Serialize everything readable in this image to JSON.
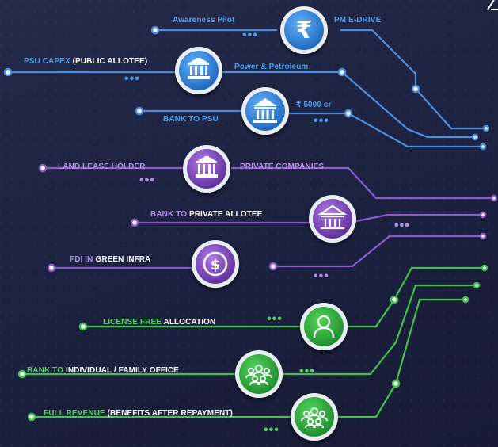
{
  "labels": {
    "awareness_pilot": "Awareness Pilot",
    "pm_edrive": "PM E-DRIVE",
    "psu_capex_prefix": "PSU CAPEX",
    "psu_capex_suffix": "(PUBLIC ALLOTEE)",
    "power_petroleum": "Power & Petroleum",
    "bank_to_psu": "BANK TO PSU",
    "amount_5000": "₹ 5000 cr",
    "land_lease_holder": "LAND LEASE HOLDER",
    "private_companies": "PRIVATE COMPANIES",
    "bank_to_private_prefix": "BANK TO",
    "bank_to_private_suffix": "PRIVATE ALLOTEE",
    "fdi_prefix": "FDI IN",
    "fdi_suffix": "GREEN INFRA",
    "license_prefix": "LICENSE FREE",
    "license_suffix": "ALLOCATION",
    "bank_individual_prefix": "BANK TO",
    "bank_individual_suffix": "INDIVIDUAL / FAMILY OFFICE",
    "full_revenue_prefix": "FULL REVENUE",
    "full_revenue_suffix": "(BENEFITS AFTER REPAYMENT)",
    "ellipsis": "•••"
  },
  "icons": {
    "rupee": "rupee-icon",
    "government_building": "government-building-icon",
    "bank": "bank-icon",
    "dollar_coin": "dollar-coin-icon",
    "person": "person-icon",
    "group": "group-icon"
  },
  "colors": {
    "background": "#1f2441",
    "blue": "#4aa0ee",
    "purple": "#b48de6",
    "green": "#54d35c"
  }
}
